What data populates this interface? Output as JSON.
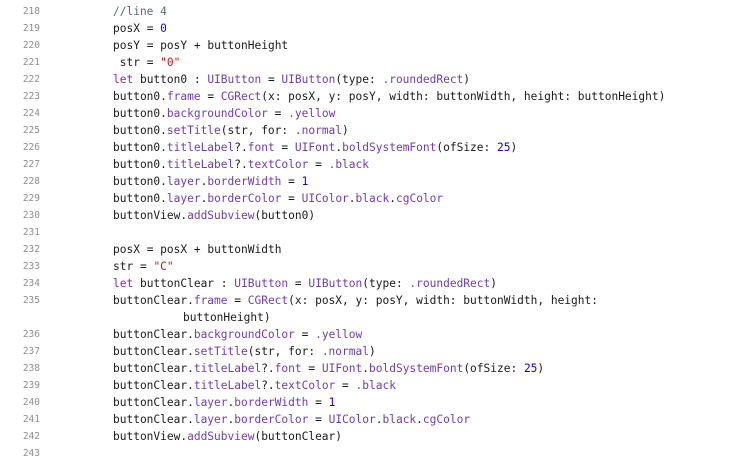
{
  "editor": {
    "lines": [
      {
        "num": "218",
        "tokens": [
          [
            "//line 4",
            "comment"
          ]
        ]
      },
      {
        "num": "219",
        "tokens": [
          [
            "posX",
            "plain"
          ],
          [
            " = ",
            "op"
          ],
          [
            "0",
            "number"
          ]
        ]
      },
      {
        "num": "220",
        "tokens": [
          [
            "posY",
            "plain"
          ],
          [
            " = ",
            "op"
          ],
          [
            "posY",
            "plain"
          ],
          [
            " + ",
            "op"
          ],
          [
            "buttonHeight",
            "plain"
          ]
        ]
      },
      {
        "num": "221",
        "tokens": [
          [
            " str",
            "plain"
          ],
          [
            " = ",
            "op"
          ],
          [
            "\"0\"",
            "string"
          ]
        ]
      },
      {
        "num": "222",
        "tokens": [
          [
            "let",
            "keyword"
          ],
          [
            " button0 : ",
            "plain"
          ],
          [
            "UIButton",
            "type"
          ],
          [
            " = ",
            "op"
          ],
          [
            "UIButton",
            "type"
          ],
          [
            "(type: ",
            "plain"
          ],
          [
            ".roundedRect",
            "enum"
          ],
          [
            ")",
            "plain"
          ]
        ]
      },
      {
        "num": "223",
        "tokens": [
          [
            "button0.",
            "plain"
          ],
          [
            "frame",
            "prop"
          ],
          [
            " = ",
            "op"
          ],
          [
            "CGRect",
            "type"
          ],
          [
            "(x: posX, y: posY, width: buttonWidth, height: buttonHeight)",
            "plain"
          ]
        ]
      },
      {
        "num": "224",
        "tokens": [
          [
            "button0.",
            "plain"
          ],
          [
            "backgroundColor",
            "prop"
          ],
          [
            " = ",
            "op"
          ],
          [
            ".yellow",
            "enum"
          ]
        ]
      },
      {
        "num": "225",
        "tokens": [
          [
            "button0.",
            "plain"
          ],
          [
            "setTitle",
            "func"
          ],
          [
            "(str, for: ",
            "plain"
          ],
          [
            ".normal",
            "enum"
          ],
          [
            ")",
            "plain"
          ]
        ]
      },
      {
        "num": "226",
        "tokens": [
          [
            "button0.",
            "plain"
          ],
          [
            "titleLabel",
            "prop"
          ],
          [
            "?.",
            "plain"
          ],
          [
            "font",
            "prop"
          ],
          [
            " = ",
            "op"
          ],
          [
            "UIFont",
            "type"
          ],
          [
            ".",
            "plain"
          ],
          [
            "boldSystemFont",
            "func"
          ],
          [
            "(ofSize: ",
            "plain"
          ],
          [
            "25",
            "number"
          ],
          [
            ")",
            "plain"
          ]
        ]
      },
      {
        "num": "227",
        "tokens": [
          [
            "button0.",
            "plain"
          ],
          [
            "titleLabel",
            "prop"
          ],
          [
            "?.",
            "plain"
          ],
          [
            "textColor",
            "prop"
          ],
          [
            " = ",
            "op"
          ],
          [
            ".black",
            "enum"
          ]
        ]
      },
      {
        "num": "228",
        "tokens": [
          [
            "button0.",
            "plain"
          ],
          [
            "layer",
            "prop"
          ],
          [
            ".",
            "plain"
          ],
          [
            "borderWidth",
            "prop"
          ],
          [
            " = ",
            "op"
          ],
          [
            "1",
            "number"
          ]
        ]
      },
      {
        "num": "229",
        "tokens": [
          [
            "button0.",
            "plain"
          ],
          [
            "layer",
            "prop"
          ],
          [
            ".",
            "plain"
          ],
          [
            "borderColor",
            "prop"
          ],
          [
            " = ",
            "op"
          ],
          [
            "UIColor",
            "type"
          ],
          [
            ".",
            "plain"
          ],
          [
            "black",
            "prop"
          ],
          [
            ".",
            "plain"
          ],
          [
            "cgColor",
            "prop"
          ]
        ]
      },
      {
        "num": "230",
        "tokens": [
          [
            "buttonView.",
            "plain"
          ],
          [
            "addSubview",
            "func"
          ],
          [
            "(button0)",
            "plain"
          ]
        ]
      },
      {
        "num": "231",
        "tokens": []
      },
      {
        "num": "232",
        "tokens": [
          [
            "posX",
            "plain"
          ],
          [
            " = ",
            "op"
          ],
          [
            "posX",
            "plain"
          ],
          [
            " + ",
            "op"
          ],
          [
            "buttonWidth",
            "plain"
          ]
        ]
      },
      {
        "num": "233",
        "tokens": [
          [
            "str",
            "plain"
          ],
          [
            " = ",
            "op"
          ],
          [
            "\"C\"",
            "string"
          ]
        ]
      },
      {
        "num": "234",
        "tokens": [
          [
            "let",
            "keyword"
          ],
          [
            " buttonClear : ",
            "plain"
          ],
          [
            "UIButton",
            "type"
          ],
          [
            " = ",
            "op"
          ],
          [
            "UIButton",
            "type"
          ],
          [
            "(type: ",
            "plain"
          ],
          [
            ".roundedRect",
            "enum"
          ],
          [
            ")",
            "plain"
          ]
        ]
      },
      {
        "num": "235",
        "tokens": [
          [
            "buttonClear.",
            "plain"
          ],
          [
            "frame",
            "prop"
          ],
          [
            " = ",
            "op"
          ],
          [
            "CGRect",
            "type"
          ],
          [
            "(x: posX, y: posY, width: buttonWidth, height:",
            "plain"
          ]
        ]
      },
      {
        "num": "",
        "indent": true,
        "tokens": [
          [
            "buttonHeight)",
            "plain"
          ]
        ]
      },
      {
        "num": "236",
        "tokens": [
          [
            "buttonClear.",
            "plain"
          ],
          [
            "backgroundColor",
            "prop"
          ],
          [
            " = ",
            "op"
          ],
          [
            ".yellow",
            "enum"
          ]
        ]
      },
      {
        "num": "237",
        "tokens": [
          [
            "buttonClear.",
            "plain"
          ],
          [
            "setTitle",
            "func"
          ],
          [
            "(str, for: ",
            "plain"
          ],
          [
            ".normal",
            "enum"
          ],
          [
            ")",
            "plain"
          ]
        ]
      },
      {
        "num": "238",
        "tokens": [
          [
            "buttonClear.",
            "plain"
          ],
          [
            "titleLabel",
            "prop"
          ],
          [
            "?.",
            "plain"
          ],
          [
            "font",
            "prop"
          ],
          [
            " = ",
            "op"
          ],
          [
            "UIFont",
            "type"
          ],
          [
            ".",
            "plain"
          ],
          [
            "boldSystemFont",
            "func"
          ],
          [
            "(ofSize: ",
            "plain"
          ],
          [
            "25",
            "number"
          ],
          [
            ")",
            "plain"
          ]
        ]
      },
      {
        "num": "239",
        "tokens": [
          [
            "buttonClear.",
            "plain"
          ],
          [
            "titleLabel",
            "prop"
          ],
          [
            "?.",
            "plain"
          ],
          [
            "textColor",
            "prop"
          ],
          [
            " = ",
            "op"
          ],
          [
            ".black",
            "enum"
          ]
        ]
      },
      {
        "num": "240",
        "tokens": [
          [
            "buttonClear.",
            "plain"
          ],
          [
            "layer",
            "prop"
          ],
          [
            ".",
            "plain"
          ],
          [
            "borderWidth",
            "prop"
          ],
          [
            " = ",
            "op"
          ],
          [
            "1",
            "number"
          ]
        ]
      },
      {
        "num": "241",
        "tokens": [
          [
            "buttonClear.",
            "plain"
          ],
          [
            "layer",
            "prop"
          ],
          [
            ".",
            "plain"
          ],
          [
            "borderColor",
            "prop"
          ],
          [
            " = ",
            "op"
          ],
          [
            "UIColor",
            "type"
          ],
          [
            ".",
            "plain"
          ],
          [
            "black",
            "prop"
          ],
          [
            ".",
            "plain"
          ],
          [
            "cgColor",
            "prop"
          ]
        ]
      },
      {
        "num": "242",
        "tokens": [
          [
            "buttonView.",
            "plain"
          ],
          [
            "addSubview",
            "func"
          ],
          [
            "(buttonClear)",
            "plain"
          ]
        ]
      },
      {
        "num": "243",
        "tokens": []
      }
    ]
  },
  "colors": {
    "background": "#ffffff",
    "gutter_text": "#8e8e93",
    "comment": "#5d6c79",
    "keyword": "#9b2393",
    "number": "#1c00cf",
    "string": "#c41a16",
    "type": "#703daa"
  }
}
